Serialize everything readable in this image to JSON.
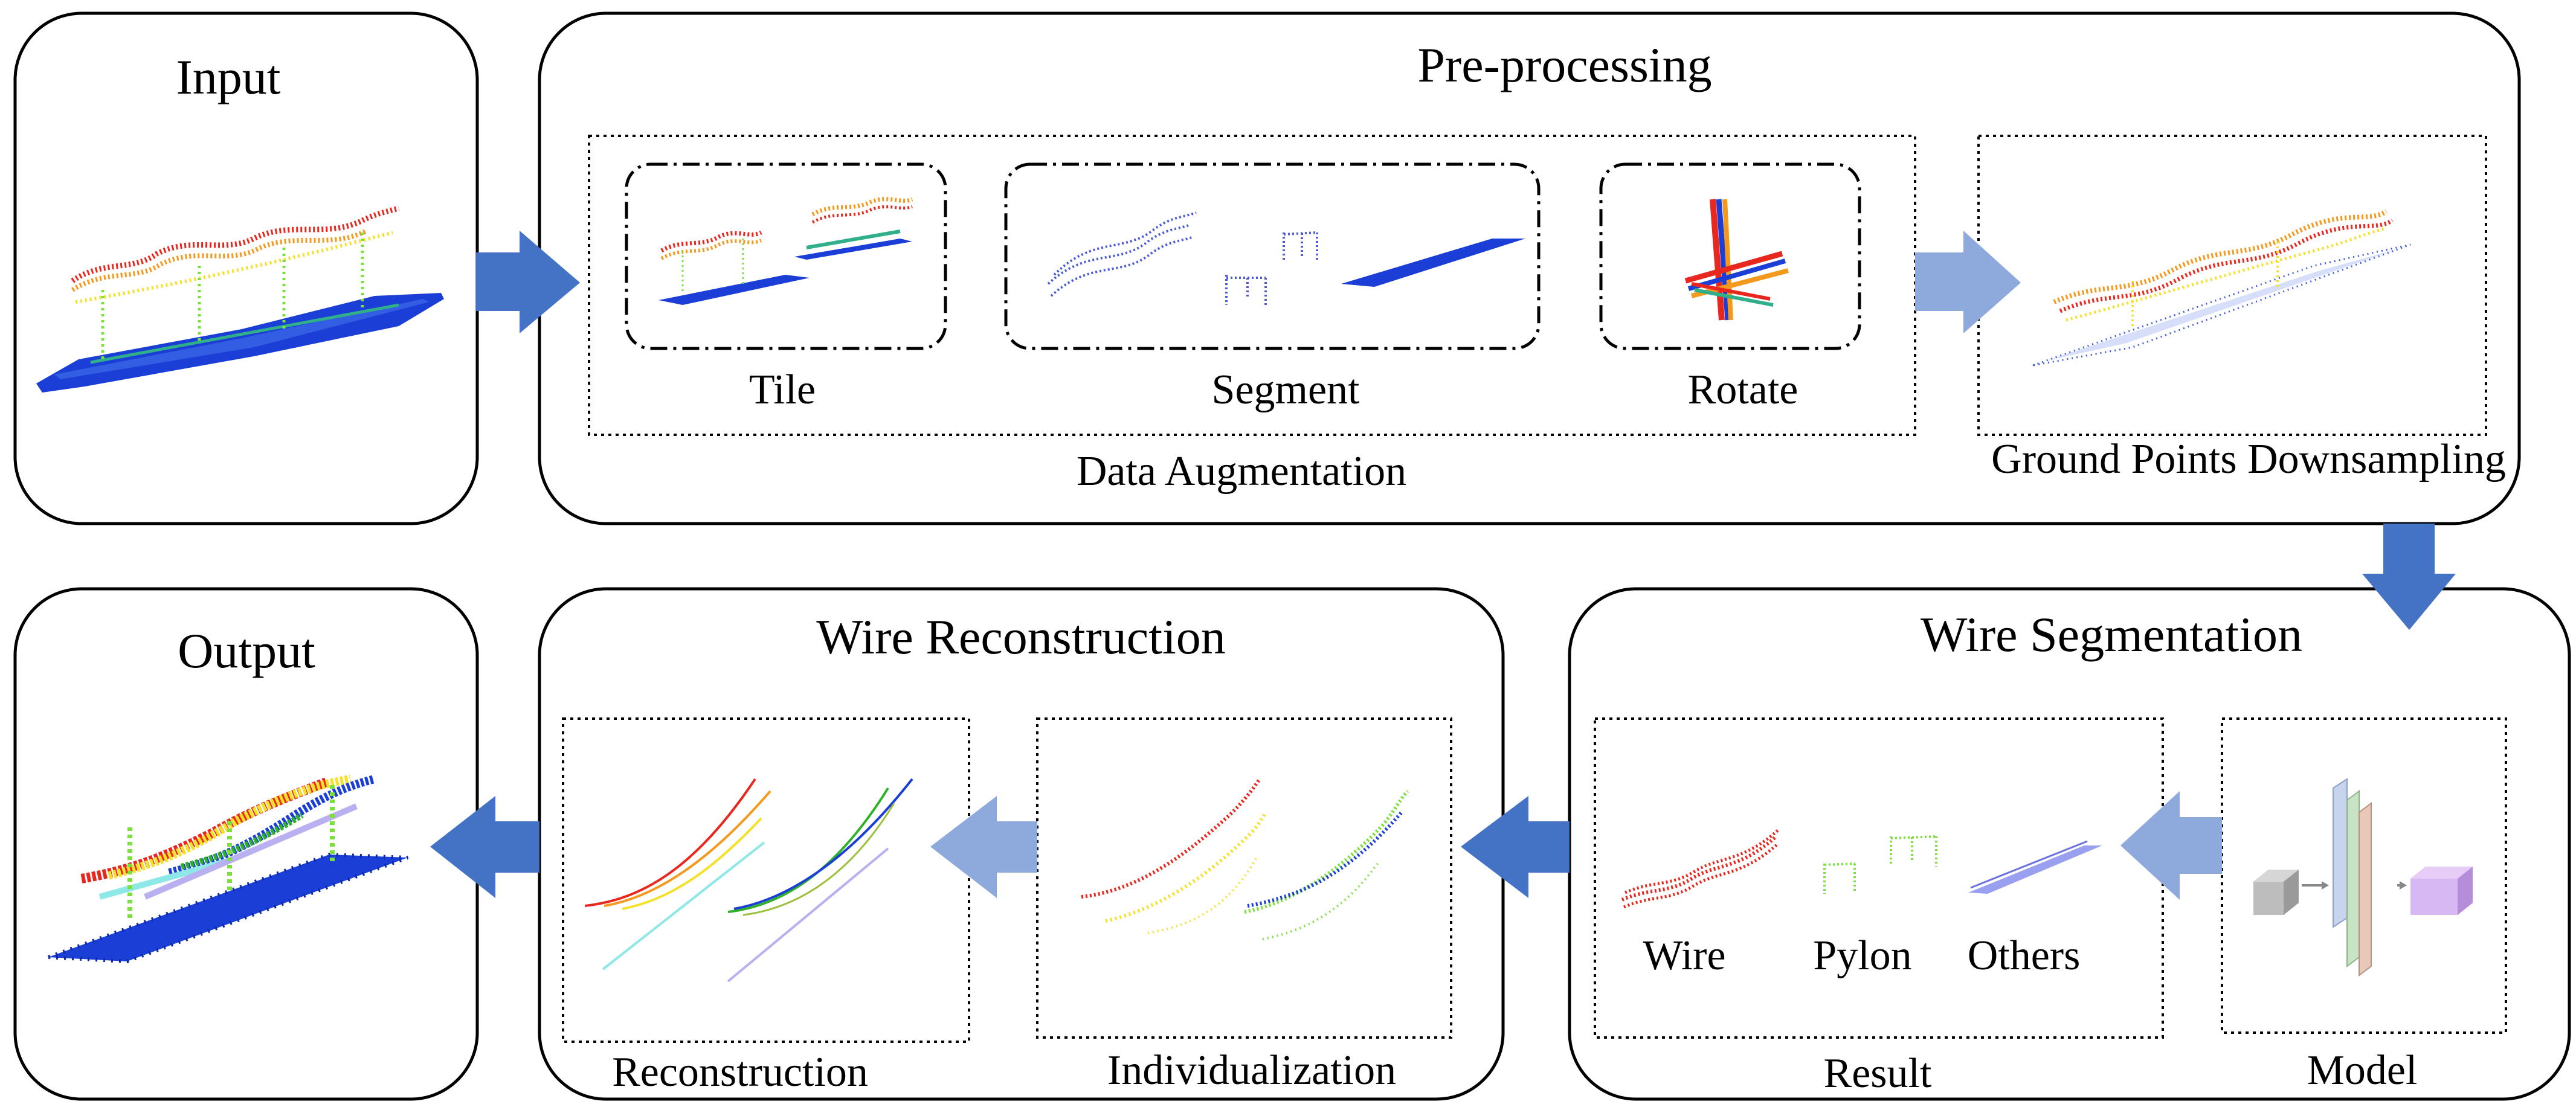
{
  "input": {
    "title": "Input"
  },
  "preprocessing": {
    "title": "Pre-processing",
    "augmentation": {
      "label": "Data Augmentation",
      "items": [
        "Tile",
        "Segment",
        "Rotate"
      ]
    },
    "downsampling": {
      "label": "Ground Points Downsampling"
    }
  },
  "segmentation": {
    "title": "Wire Segmentation",
    "result": {
      "label": "Result",
      "classes": [
        "Wire",
        "Pylon",
        "Others"
      ]
    },
    "model": {
      "label": "Model"
    }
  },
  "reconstruction": {
    "title": "Wire  Reconstruction",
    "individualization": {
      "label": "Individualization"
    },
    "reconstruction": {
      "label": "Reconstruction"
    }
  },
  "output": {
    "title": "Output"
  },
  "colors": {
    "arrow_dark": "#4472C4",
    "arrow_light": "#8EA9DB",
    "wire_red": "#E8281E",
    "wire_orange": "#F39A1E",
    "wire_yellow": "#F5E02A",
    "pylon_green": "#7CE03C",
    "ground_blue": "#1B3FD6",
    "others_lavender": "#9AA0F0"
  }
}
